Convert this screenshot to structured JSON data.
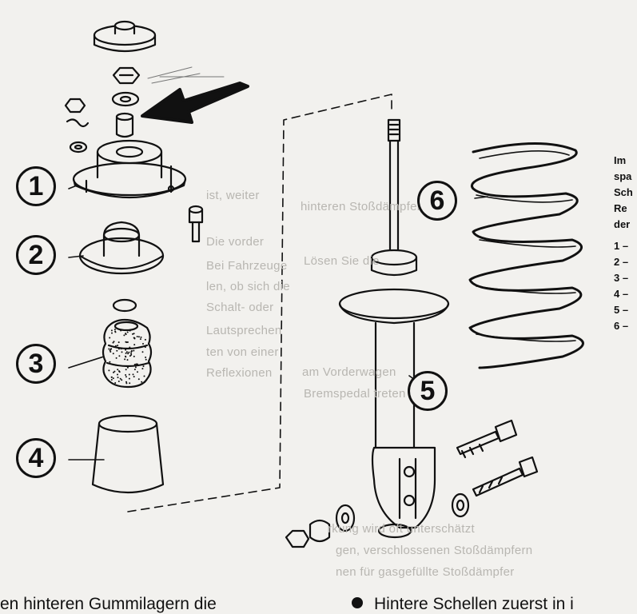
{
  "callouts": [
    {
      "label": "1"
    },
    {
      "label": "2"
    },
    {
      "label": "3"
    },
    {
      "label": "4"
    },
    {
      "label": "5"
    },
    {
      "label": "6"
    }
  ],
  "side_text": [
    "Im",
    "spa",
    "Sch",
    "Re",
    "der"
  ],
  "legend_items": [
    "1 –",
    "2 –",
    "3 –",
    "4 –",
    "5 –",
    "6 –"
  ],
  "bottom_left": "en hinteren Gummilagern die",
  "bottom_right": "Hintere Schellen zuerst in i",
  "bleed_through": [
    "ist, weiter",
    "Die vorder",
    "Bei Fahrzeuge",
    "len, ob sich die",
    "Schalt- oder",
    "Lautsprechen",
    "ten von einer",
    "Reflexionen",
    "Lösen Sie die",
    "hinteren Stoßdämpfer",
    "am Vorderwagen",
    "Bremspedal treten",
    "rkung wird oft unterschätzt",
    "gen, verschlossenen Stoßdämpfern",
    "nen für gasgefüllte Stoßdämpfer"
  ],
  "colors": {
    "ink": "#111111",
    "paper": "#f2f1ee",
    "ghost": "#b8b6b1"
  }
}
